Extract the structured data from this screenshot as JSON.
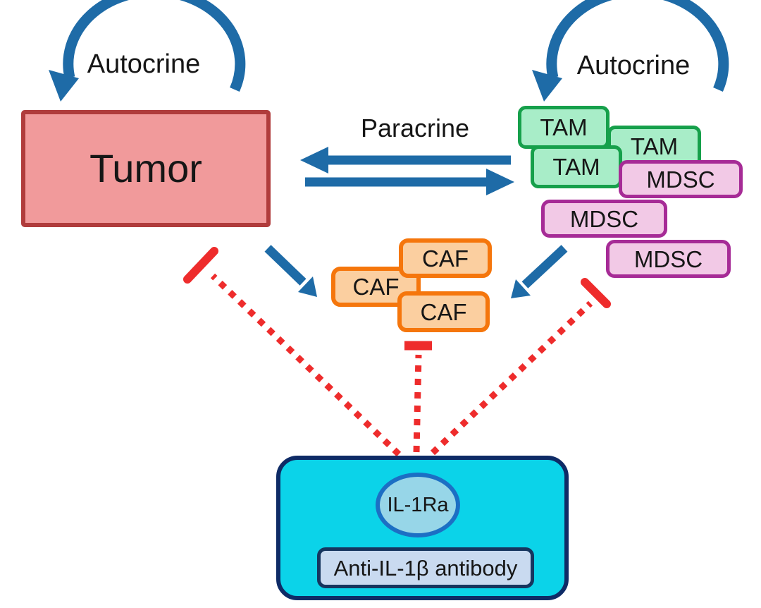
{
  "labels": {
    "autocrine_left": "Autocrine",
    "autocrine_right": "Autocrine",
    "paracrine": "Paracrine"
  },
  "cells": {
    "tumor": "Tumor",
    "tam": [
      "TAM",
      "TAM",
      "TAM"
    ],
    "mdsc": [
      "MDSC",
      "MDSC",
      "MDSC"
    ],
    "caf": [
      "CAF",
      "CAF",
      "CAF"
    ]
  },
  "therapy": {
    "il1ra": "IL-1Ra",
    "antibody": "Anti-IL-1β antibody"
  },
  "relationships": [
    {
      "from": "Tumor",
      "to": "Tumor",
      "type": "autocrine"
    },
    {
      "from": "TAM/MDSC cluster",
      "to": "TAM/MDSC cluster",
      "type": "autocrine"
    },
    {
      "from": "Tumor",
      "to": "TAM/MDSC cluster",
      "type": "paracrine",
      "bidirectional": true
    },
    {
      "from": "Tumor",
      "to": "CAF cluster",
      "type": "activation"
    },
    {
      "from": "TAM/MDSC cluster",
      "to": "CAF cluster",
      "type": "activation"
    },
    {
      "from": "IL-1Ra / Anti-IL-1β antibody",
      "to": "Tumor",
      "type": "inhibition"
    },
    {
      "from": "IL-1Ra / Anti-IL-1β antibody",
      "to": "CAF cluster",
      "type": "inhibition"
    },
    {
      "from": "IL-1Ra / Anti-IL-1β antibody",
      "to": "TAM/MDSC cluster",
      "type": "inhibition"
    }
  ],
  "colors": {
    "arrow_blue": "#1E6BA7",
    "inhibit_red": "#EE2C2C",
    "tumor_fill": "#F19A9B",
    "tumor_border": "#B03C3C",
    "tam_fill": "#A8EDC8",
    "tam_border": "#16A04B",
    "mdsc_fill": "#F2C9E6",
    "mdsc_border": "#A62B96",
    "caf_fill": "#FBCFA0",
    "caf_border": "#F5760C",
    "therapy_fill": "#0BD3E9",
    "therapy_border": "#0E2B66",
    "il1ra_fill": "#97D6E8",
    "il1ra_border": "#1C6FC4",
    "antibody_fill": "#C9DAF0",
    "antibody_border": "#16355E"
  }
}
